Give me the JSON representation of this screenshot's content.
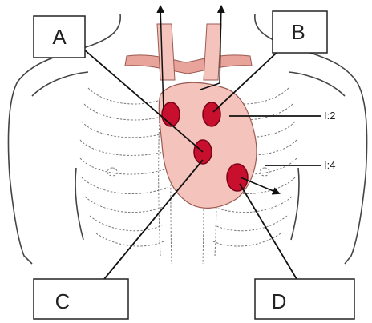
{
  "labels": {
    "A": "A",
    "B": "B",
    "C": "C",
    "D": "D"
  },
  "annotations": {
    "intercostal_2": "I:2",
    "intercostal_4": "I:4"
  },
  "colors": {
    "outline": "#444444",
    "rib_dash": "#777777",
    "heart_fill": "#f4c4bc",
    "vessel_fill": "#e8a39a",
    "valve_fill": "#c8102e",
    "valve_stroke": "#7a0018",
    "line": "#111111"
  }
}
